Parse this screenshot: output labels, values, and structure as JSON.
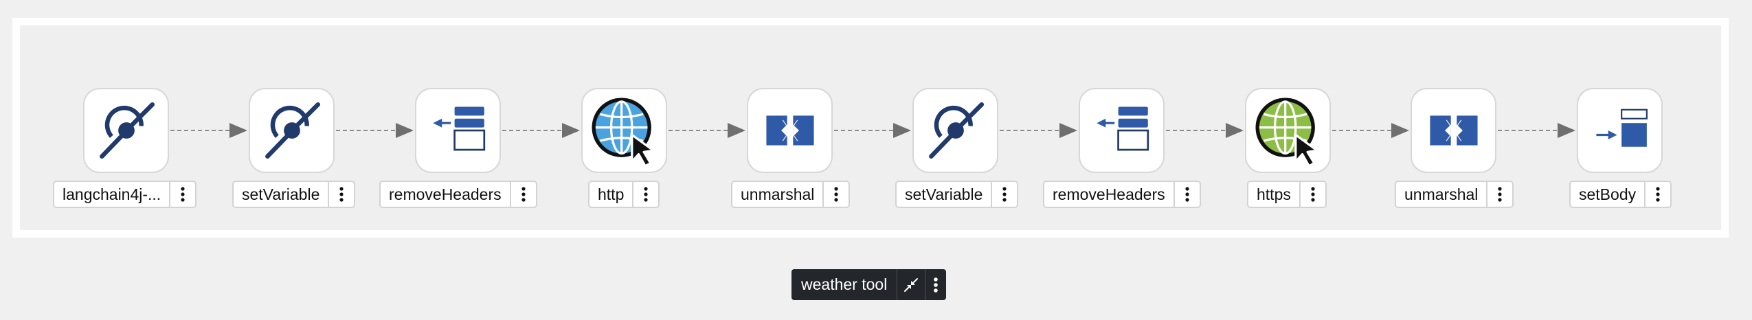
{
  "route": {
    "name": "weather tool",
    "collapse_icon": "collapse-arrows-icon",
    "menu_icon": "kebab-menu-icon"
  },
  "nodes": [
    {
      "label": "langchain4j-...",
      "icon": "langchain-hidden-icon"
    },
    {
      "label": "setVariable",
      "icon": "set-variable-icon"
    },
    {
      "label": "removeHeaders",
      "icon": "remove-headers-icon"
    },
    {
      "label": "http",
      "icon": "http-globe-icon"
    },
    {
      "label": "unmarshal",
      "icon": "unmarshal-icon"
    },
    {
      "label": "setVariable",
      "icon": "set-variable-icon"
    },
    {
      "label": "removeHeaders",
      "icon": "remove-headers-icon"
    },
    {
      "label": "https",
      "icon": "https-globe-icon"
    },
    {
      "label": "unmarshal",
      "icon": "unmarshal-icon"
    },
    {
      "label": "setBody",
      "icon": "set-body-icon"
    }
  ],
  "colors": {
    "icon_navy": "#1f3a6b",
    "icon_blue": "#2f5aa8",
    "http_globe": "#4aa3e0",
    "https_globe": "#8cbd45",
    "edge": "#8a8a8a",
    "arrowhead": "#6f6f6f"
  }
}
